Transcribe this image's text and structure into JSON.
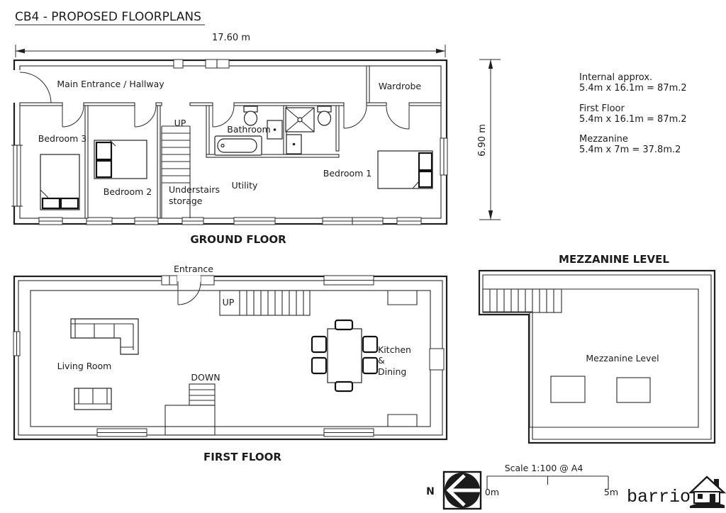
{
  "title": "CB4 - PROPOSED FLOORPLANS",
  "dimensions": {
    "width": "17.60 m",
    "height": "6.90 m"
  },
  "ground_floor": {
    "caption": "GROUND FLOOR",
    "hallway": "Main Entrance / Hallway",
    "wardrobe": "Wardrobe",
    "bedroom3": "Bedroom 3",
    "bedroom2": "Bedroom 2",
    "bedroom1": "Bedroom 1",
    "bathroom": "Bathroom",
    "utility": "Utility",
    "up": "UP",
    "understairs_line1": "Understairs",
    "understairs_line2": "storage"
  },
  "first_floor": {
    "caption": "FIRST FLOOR",
    "entrance": "Entrance",
    "up": "UP",
    "living_room": "Living Room",
    "down": "DOWN",
    "kitchen_line1": "Kitchen",
    "kitchen_line2": "&",
    "kitchen_line3": "Dining"
  },
  "mezzanine": {
    "caption": "MEZZANINE LEVEL",
    "label": "Mezzanine Level"
  },
  "notes": {
    "internal_title": "Internal approx.",
    "internal_value": "5.4m x 16.1m = 87m.2",
    "first_floor_title": "First Floor",
    "first_floor_value": "5.4m x 16.1m = 87m.2",
    "mezzanine_title": "Mezzanine",
    "mezzanine_value": "5.4m x 7m = 37.8m.2"
  },
  "compass": {
    "north": "N"
  },
  "scale_bar": {
    "label": "Scale 1:100 @ A4",
    "start": "0m",
    "end": "5m"
  },
  "logo": {
    "text": "barrio"
  },
  "colors": {
    "ink": "#1c1c1c",
    "paper": "#ffffff"
  }
}
